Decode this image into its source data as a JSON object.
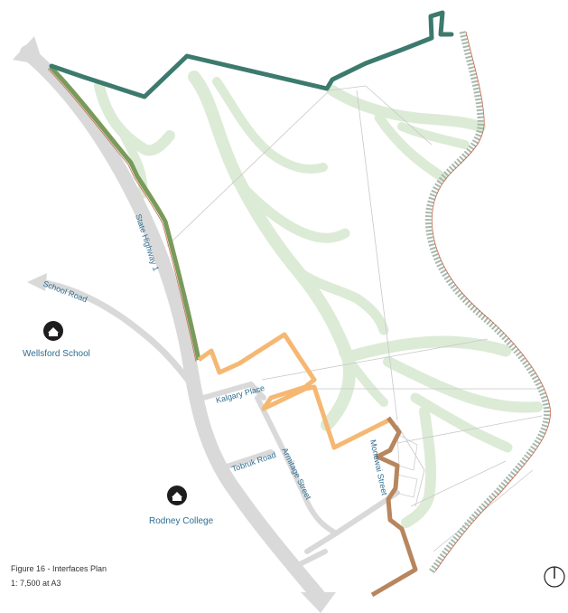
{
  "streets": {
    "state_highway": "State Highway 1",
    "school_road": "School Road",
    "kalgary_place": "Kalgary Place",
    "tobruk_road": "Tobruk Road",
    "armitage_street": "Armitage Street",
    "monowai_street": "Monowai Street"
  },
  "schools": {
    "wellsford": "Wellsford School",
    "rodney": "Rodney College"
  },
  "caption": {
    "title": "Figure 16 - Interfaces Plan",
    "scale": "1: 7,500 at A3"
  },
  "legend_colors": {
    "northern_boundary": "#3d7a6e",
    "highway_interface": "#7a9a5a",
    "residential_interface": "#f5b872",
    "monowai_interface": "#b8865e",
    "stream_corridors": "#dcebd6",
    "rail_corridor": "#a8b8ac",
    "roads": "#d9d9d9"
  },
  "icons": {
    "school": "school-building-icon",
    "north_arrow": "north-arrow-icon"
  }
}
